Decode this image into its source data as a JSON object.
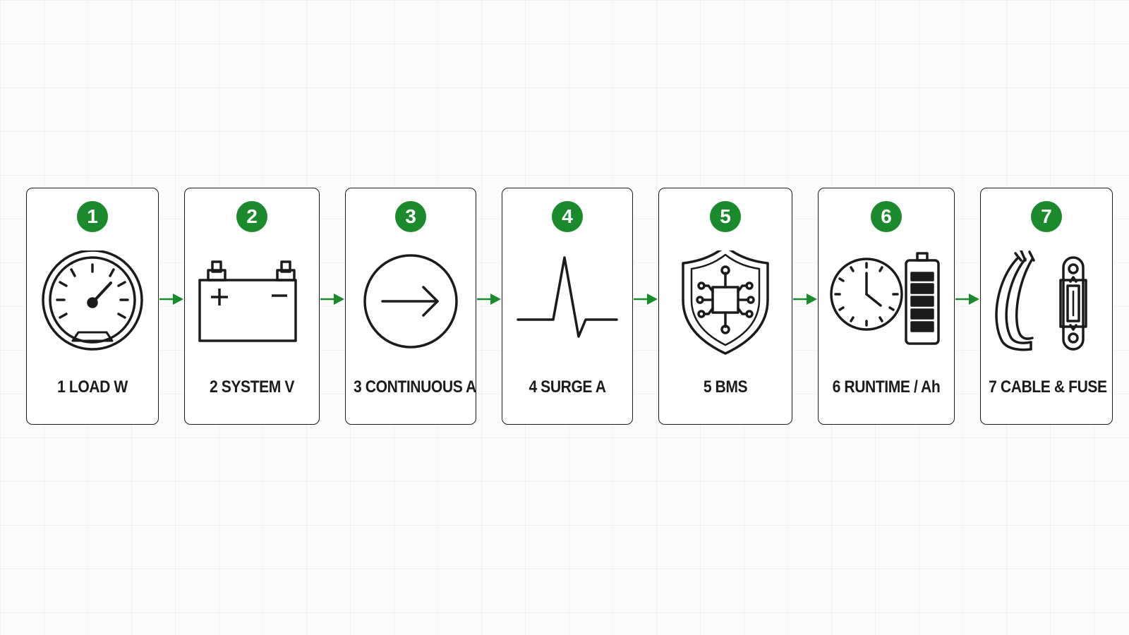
{
  "accent_color": "#1a8a2c",
  "steps": [
    {
      "number": "1",
      "label": "1 LOAD W",
      "icon": "gauge-icon"
    },
    {
      "number": "2",
      "label": "2 SYSTEM V",
      "icon": "battery-icon"
    },
    {
      "number": "3",
      "label": "3 CONTINUOUS A",
      "icon": "arrow-circle-icon"
    },
    {
      "number": "4",
      "label": "4 SURGE A",
      "icon": "pulse-icon"
    },
    {
      "number": "5",
      "label": "5 BMS",
      "icon": "shield-circuit-icon"
    },
    {
      "number": "6",
      "label": "6 RUNTIME / Ah",
      "icon": "clock-battery-icon"
    },
    {
      "number": "7",
      "label": "7 CABLE & FUSE",
      "icon": "cable-fuse-icon"
    }
  ]
}
